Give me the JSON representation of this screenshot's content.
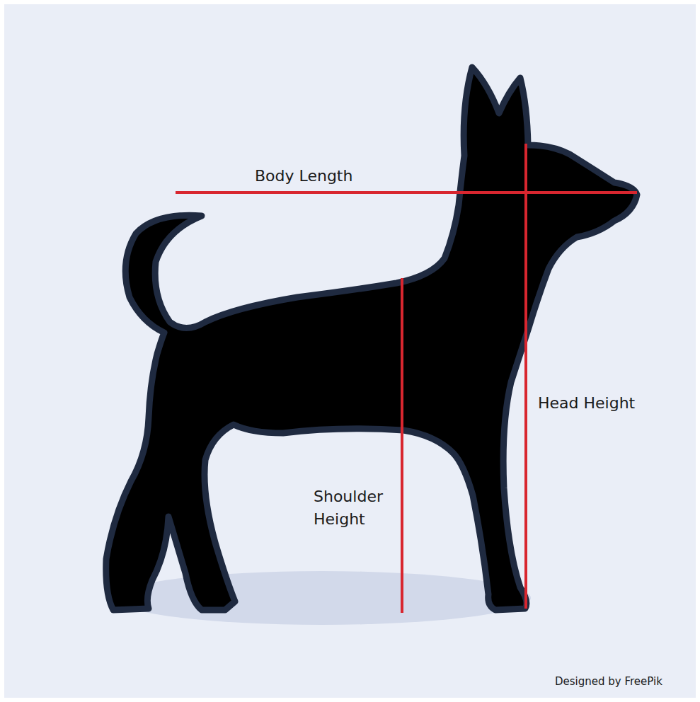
{
  "diagram": {
    "labels": [
      "Body Length",
      "Shoulder Height",
      "Head Height",
      "Designed by FreePik"
    ]
  }
}
